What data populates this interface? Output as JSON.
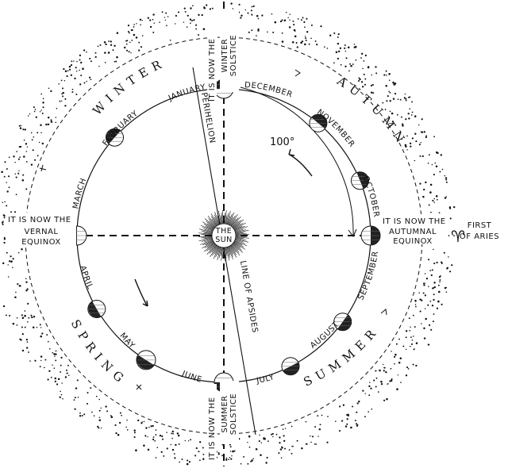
{
  "seasons": {
    "winter": "WINTER",
    "autumn": "AUTUMN",
    "spring": "SPRING",
    "summer": "SUMMER"
  },
  "months": {
    "january": "JANUARY",
    "february": "FEBRUARY",
    "march": "MARCH",
    "april": "APRIL",
    "may": "MAY",
    "june": "JUNE",
    "july": "JULY",
    "august": "AUGUST",
    "september": "SEPTEMBER",
    "october": "OCTOBER",
    "november": "NOVEMBER",
    "december": "DECEMBER"
  },
  "sun": {
    "line1": "THE",
    "line2": "SUN"
  },
  "labels": {
    "winter_solstice": [
      "IT IS NOW THE",
      "WINTER",
      "SOLSTICE"
    ],
    "summer_solstice": [
      "IT IS NOW THE",
      "SUMMER",
      "SOLSTICE"
    ],
    "vernal_equinox": [
      "IT IS NOW THE",
      "VERNAL",
      "EQUINOX"
    ],
    "autumnal_equinox": [
      "IT IS NOW THE",
      "AUTUMNAL",
      "EQUINOX"
    ],
    "first_of_aries": [
      "FIRST",
      "OF ARIES"
    ],
    "aries_symbol": "♈",
    "perihelion": "PERIHELION",
    "line_of_apsides": "LINE OF APSIDES",
    "angle": "100°"
  },
  "colors": {
    "ink": "#111111",
    "paper": "#ffffff"
  }
}
